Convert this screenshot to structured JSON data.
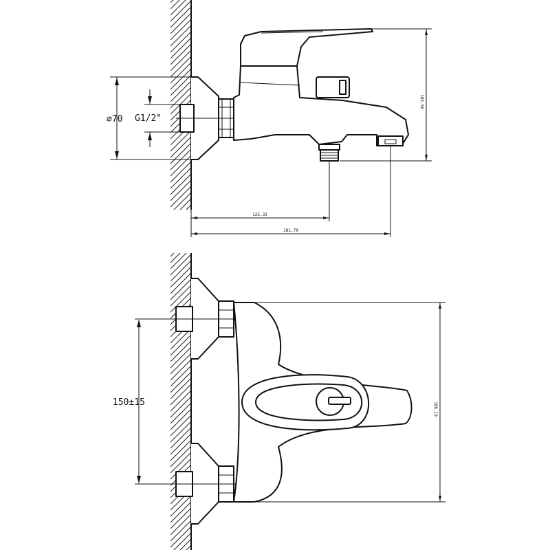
{
  "side_view": {
    "dia_label": "⌀70",
    "thread_label": "G1/2\"",
    "dim_height": "185.56",
    "dim_outlet": "125.33",
    "dim_total": "181.79"
  },
  "top_view": {
    "center_label": "150±15",
    "dim_height": "186.19"
  }
}
